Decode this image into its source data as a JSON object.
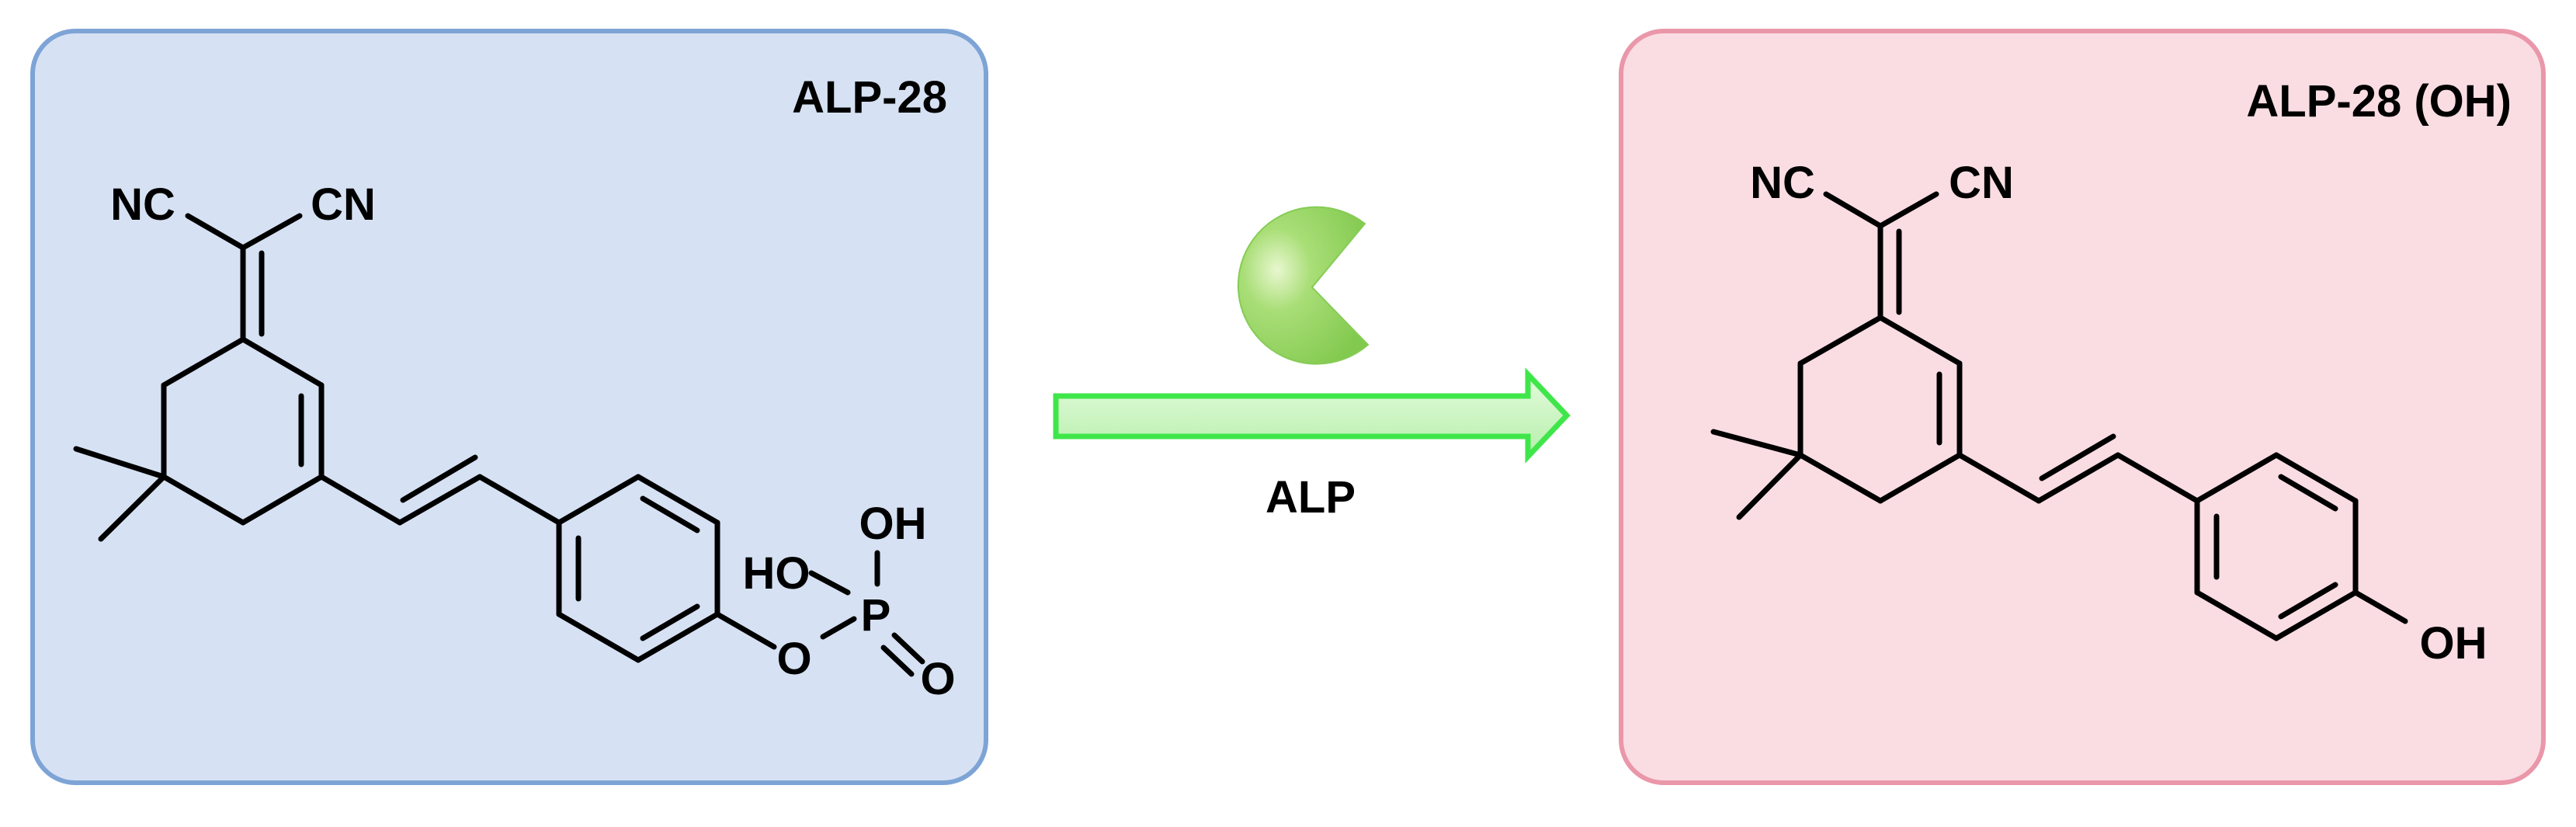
{
  "reactant": {
    "label": "ALP-28",
    "fill": "#d6e2f3",
    "border": "#7ea4d6"
  },
  "product": {
    "label": "ALP-28 (OH)",
    "fill": "#fadde3",
    "border": "#ea97aa"
  },
  "arrow": {
    "label": "ALP",
    "fill": "#c8f5c0",
    "stroke": "#3fe64a"
  },
  "enzyme": {
    "icon": "pacman-icon",
    "color": "#8ed45b"
  },
  "atoms": {
    "nc": "NC",
    "cn": "CN",
    "oh": "OH",
    "ho": "HO",
    "p": "P",
    "o": "O"
  }
}
